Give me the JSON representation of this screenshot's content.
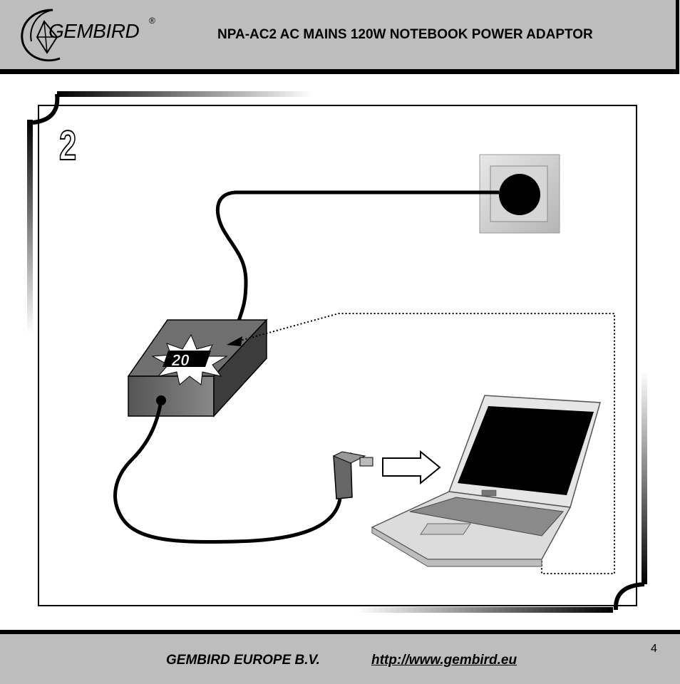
{
  "header": {
    "logo_text": "GEMBIRD",
    "logo_reg": "®",
    "title": "NPA-AC2 AC MAINS 120W NOTEBOOK POWER ADAPTOR"
  },
  "illustration": {
    "step_number": "2",
    "adapter_badge": "20"
  },
  "footer": {
    "company": "GEMBIRD EUROPE B.V.",
    "url": "http://www.gembird.eu",
    "page_number": "4"
  }
}
